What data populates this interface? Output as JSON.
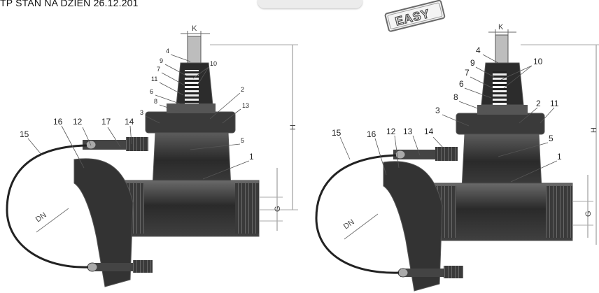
{
  "header": {
    "text": "TP STAN NA DZIEN 26.12.201"
  },
  "badge": {
    "easy": "EASY"
  },
  "diagrams": [
    {
      "name": "left",
      "callouts": [
        "4",
        "9",
        "10",
        "7",
        "11",
        "6",
        "8",
        "2",
        "3",
        "13",
        "17",
        "14",
        "12",
        "16",
        "15",
        "5",
        "1"
      ],
      "dimensions": {
        "k": "K",
        "h": "H",
        "g": "G",
        "dn": "DN"
      }
    },
    {
      "name": "right",
      "callouts": [
        "4",
        "9",
        "10",
        "7",
        "6",
        "8",
        "3",
        "2",
        "11",
        "13",
        "14",
        "12",
        "16",
        "15",
        "5",
        "1"
      ],
      "dimensions": {
        "k": "K",
        "h": "H",
        "g": "G",
        "dn": "DN"
      }
    }
  ],
  "colors": {
    "body": "#2e2e2e",
    "metal": "#8a8a8a",
    "outline": "#555555",
    "background": "#ffffff"
  }
}
